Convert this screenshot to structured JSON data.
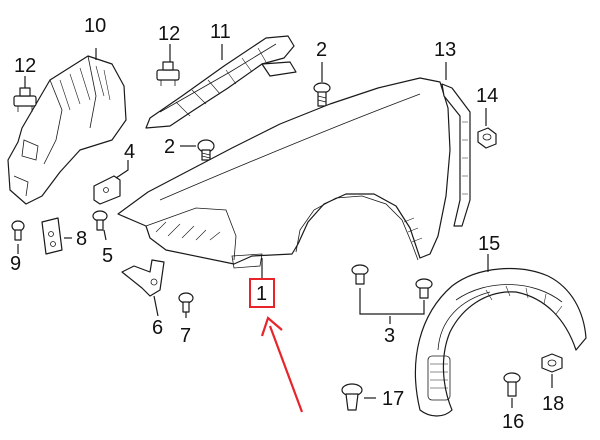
{
  "colors": {
    "line": "#1a1a1a",
    "highlight": "#e8242b"
  },
  "highlighted_part": "1",
  "callouts": [
    {
      "id": "c1",
      "label": "1"
    },
    {
      "id": "c2a",
      "label": "2"
    },
    {
      "id": "c2b",
      "label": "2"
    },
    {
      "id": "c3",
      "label": "3"
    },
    {
      "id": "c4",
      "label": "4"
    },
    {
      "id": "c5",
      "label": "5"
    },
    {
      "id": "c6",
      "label": "6"
    },
    {
      "id": "c7",
      "label": "7"
    },
    {
      "id": "c8",
      "label": "8"
    },
    {
      "id": "c9",
      "label": "9"
    },
    {
      "id": "c10",
      "label": "10"
    },
    {
      "id": "c11",
      "label": "11"
    },
    {
      "id": "c12a",
      "label": "12"
    },
    {
      "id": "c12b",
      "label": "12"
    },
    {
      "id": "c13",
      "label": "13"
    },
    {
      "id": "c14",
      "label": "14"
    },
    {
      "id": "c15",
      "label": "15"
    },
    {
      "id": "c16",
      "label": "16"
    },
    {
      "id": "c17",
      "label": "17"
    },
    {
      "id": "c18",
      "label": "18"
    }
  ]
}
